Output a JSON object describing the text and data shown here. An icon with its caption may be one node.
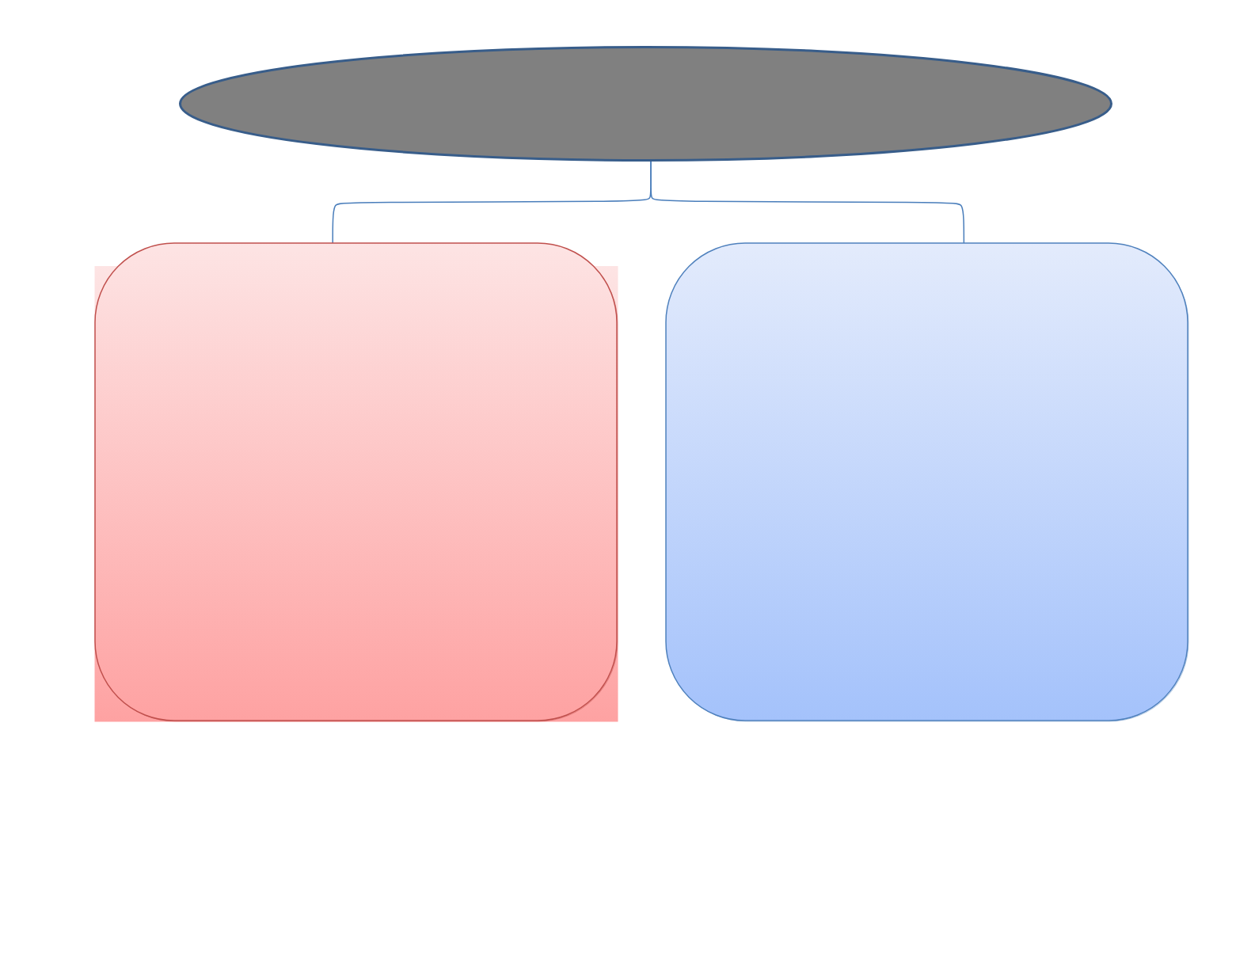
{
  "diagram": {
    "nodes": [
      {
        "text": [],
        "shape": "ellipse"
      },
      {
        "text": [],
        "shape": "box"
      },
      {
        "text": [],
        "shape": "box"
      }
    ],
    "edges": [
      {
        "from": 0,
        "to": 1,
        "arrow": "none"
      },
      {
        "from": 0,
        "to": 2,
        "arrow": "none"
      }
    ]
  }
}
